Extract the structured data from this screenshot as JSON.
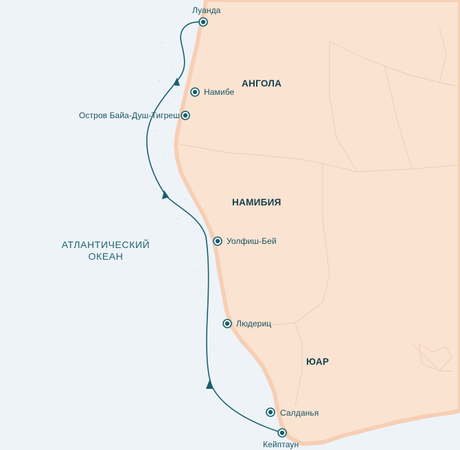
{
  "colors": {
    "ocean": "#eef3f8",
    "land": "#fbe3d2",
    "coast": "#f5c9ac",
    "route": "#15606c",
    "marker": "#15606c",
    "text": "#16545f"
  },
  "ocean_label": {
    "line1": "АТЛАНТИЧЕСКИЙ",
    "line2": "ОКЕАН"
  },
  "countries": {
    "angola": "АНГОЛА",
    "namibia": "НАМИБИЯ",
    "south_africa": "ЮАР"
  },
  "ports": [
    {
      "name": "Луанда"
    },
    {
      "name": "Намибе"
    },
    {
      "name": "Остров Байа-Душ-Тигреш"
    },
    {
      "name": "Уолфиш-Бей"
    },
    {
      "name": "Людериц"
    },
    {
      "name": "Салданья"
    },
    {
      "name": "Кейптаун"
    }
  ],
  "route_arrow_icons": [
    "arrow-up-icon",
    "arrow-up-icon",
    "arrow-up-icon"
  ]
}
